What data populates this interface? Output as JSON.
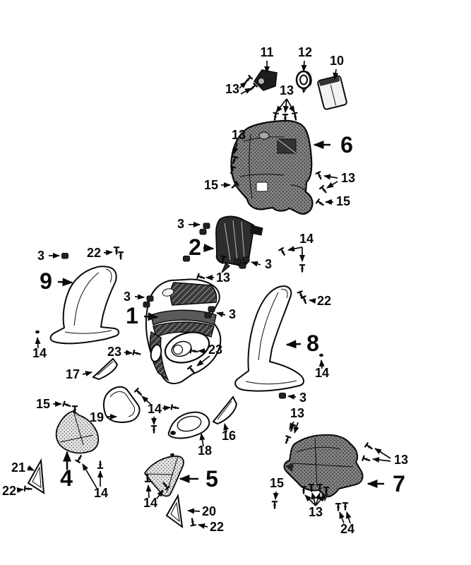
{
  "diagram": {
    "kind": "exploded-parts-diagram",
    "background": "#ffffff",
    "line_color": "#0a0a0a",
    "dark_panel_fill": "#6f6f6f",
    "light_panel_fill": "#e9e9e9",
    "bracket_fill": "#2d2d2d"
  },
  "part_numbers_visible": [
    "1",
    "2",
    "3",
    "4",
    "5",
    "6",
    "7",
    "8",
    "9",
    "10",
    "11",
    "12",
    "13",
    "14",
    "15",
    "16",
    "17",
    "18",
    "19",
    "20",
    "21",
    "22",
    "23",
    "24"
  ],
  "callouts": [
    {
      "text": "11"
    },
    {
      "text": "12"
    },
    {
      "text": "10"
    },
    {
      "text": "13"
    },
    {
      "text": "13"
    },
    {
      "text": "6"
    },
    {
      "text": "13"
    },
    {
      "text": "15"
    },
    {
      "text": "13"
    },
    {
      "text": "15"
    },
    {
      "text": "3"
    },
    {
      "text": "2"
    },
    {
      "text": "3"
    },
    {
      "text": "14"
    },
    {
      "text": "13"
    },
    {
      "text": "3"
    },
    {
      "text": "22"
    },
    {
      "text": "9"
    },
    {
      "text": "3"
    },
    {
      "text": "1"
    },
    {
      "text": "3"
    },
    {
      "text": "23"
    },
    {
      "text": "23"
    },
    {
      "text": "14"
    },
    {
      "text": "17"
    },
    {
      "text": "15"
    },
    {
      "text": "19"
    },
    {
      "text": "14"
    },
    {
      "text": "16"
    },
    {
      "text": "18"
    },
    {
      "text": "5"
    },
    {
      "text": "14"
    },
    {
      "text": "4"
    },
    {
      "text": "14"
    },
    {
      "text": "21"
    },
    {
      "text": "22"
    },
    {
      "text": "20"
    },
    {
      "text": "22"
    },
    {
      "text": "3"
    },
    {
      "text": "13"
    },
    {
      "text": "13"
    },
    {
      "text": "7"
    },
    {
      "text": "15"
    },
    {
      "text": "13"
    },
    {
      "text": "24"
    },
    {
      "text": "8"
    },
    {
      "text": "22"
    },
    {
      "text": "14"
    }
  ]
}
